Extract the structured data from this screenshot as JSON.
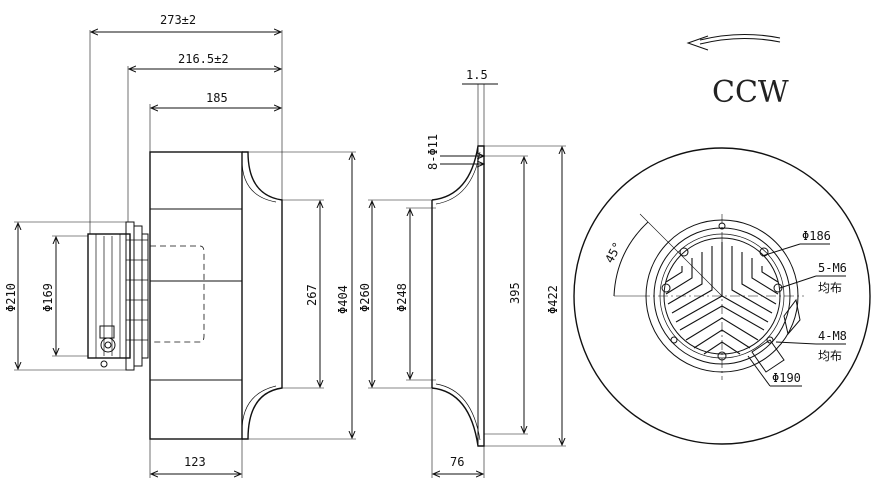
{
  "side_view": {
    "dim_overall_width": "273±2",
    "dim_mid_width": "216.5±2",
    "dim_impeller_width": "185",
    "dim_bottom_width": "123",
    "dim_motor_dia": "Φ210",
    "dim_hub_dia": "Φ169",
    "dim_inlet_dia": "267",
    "dim_wheel_dia": "Φ404"
  },
  "nozzle_view": {
    "dim_thickness": "1.5",
    "dim_holes": "8-Φ11",
    "dim_inner_dia": "Φ260",
    "dim_throat_dia": "Φ248",
    "dim_bolt_circle": "395",
    "dim_outer_dia": "Φ422",
    "dim_depth": "76"
  },
  "front_view": {
    "rotation_label": "CCW",
    "dim_angle": "45°",
    "dim_hub_dia": "Φ186",
    "dim_screw_a": "5-M6",
    "dim_screw_a_note": "均布",
    "dim_screw_b": "4-M8",
    "dim_screw_b_note": "均布",
    "dim_flange_dia": "Φ190"
  }
}
